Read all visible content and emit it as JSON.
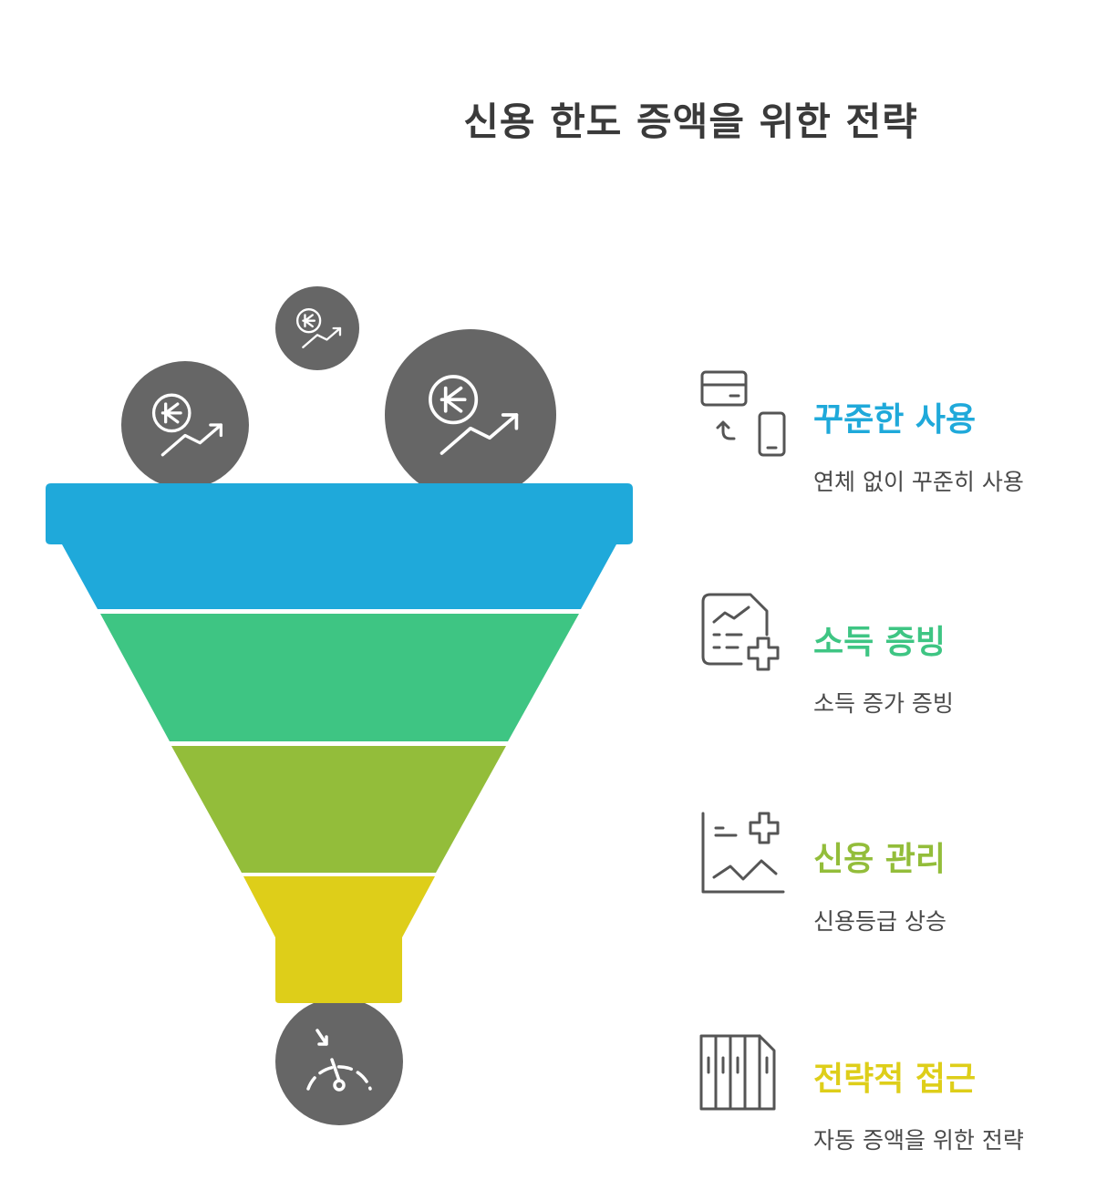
{
  "title": "신용 한도 증액을 위한 전략",
  "steps": [
    {
      "heading": "꾸준한 사용",
      "description": "연체 없이 꾸준히 사용",
      "color": "#1FA9DA",
      "icon": "card-to-phone-icon"
    },
    {
      "heading": "소득 증빙",
      "description": "소득 증가 증빙",
      "color": "#3EC583",
      "icon": "document-plus-icon"
    },
    {
      "heading": "신용 관리",
      "description": "신용등급 상승",
      "color": "#93BD3A",
      "icon": "chart-plus-icon"
    },
    {
      "heading": "전략적 접근",
      "description": "자동 증액을 위한 전략",
      "color": "#DECE19",
      "icon": "books-icon"
    }
  ],
  "funnel_icons": {
    "inputs": "won-growth-icon",
    "output": "gauge-icon",
    "bubble_color": "#666666"
  }
}
